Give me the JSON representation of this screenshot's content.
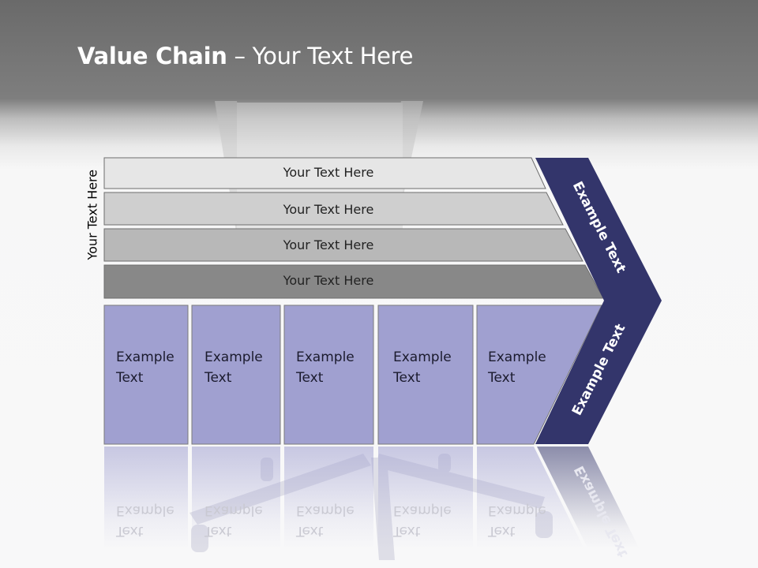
{
  "title": {
    "bold": "Value Chain",
    "rest": " – Your Text Here"
  },
  "side_label": "Your Text Here",
  "bars": [
    {
      "label": "Your Text Here",
      "color": "#e6e6e6"
    },
    {
      "label": "Your Text Here",
      "color": "#cfcfcf"
    },
    {
      "label": "Your Text Here",
      "color": "#b8b8b8"
    },
    {
      "label": "Your Text Here",
      "color": "#888888"
    }
  ],
  "columns": [
    {
      "line1": "Example",
      "line2": "Text"
    },
    {
      "line1": "Example",
      "line2": "Text"
    },
    {
      "line1": "Example",
      "line2": "Text"
    },
    {
      "line1": "Example",
      "line2": "Text"
    },
    {
      "line1": "Example",
      "line2": "Text"
    }
  ],
  "chevron": {
    "top_label": "Example Text",
    "bottom_label": "Example Text",
    "color": "#33356b"
  },
  "colors": {
    "column_fill": "#a0a0d0",
    "border": "#7a7a7a"
  }
}
